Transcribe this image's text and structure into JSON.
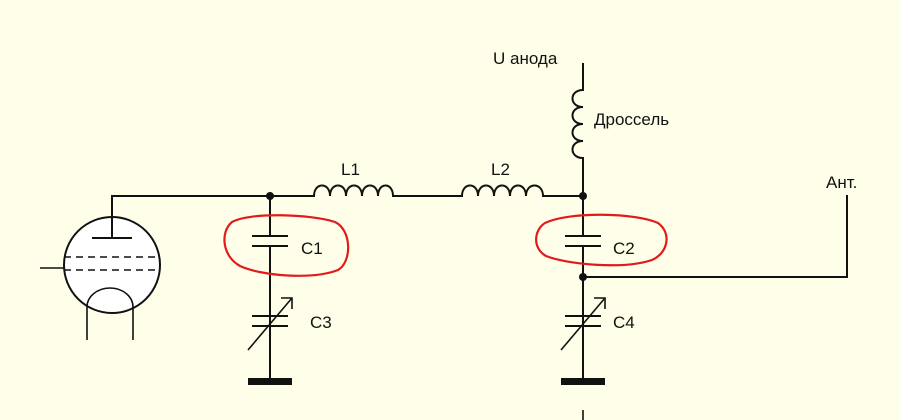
{
  "labels": {
    "anode_supply": "U анода",
    "choke": "Дроссель",
    "antenna": "Ант.",
    "l1": "L1",
    "l2": "L2",
    "c1": "C1",
    "c2": "C2",
    "c3": "C3",
    "c4": "C4"
  },
  "colors": {
    "background": "#fffee8",
    "line": "#111111",
    "highlight": "#e01b1b"
  }
}
